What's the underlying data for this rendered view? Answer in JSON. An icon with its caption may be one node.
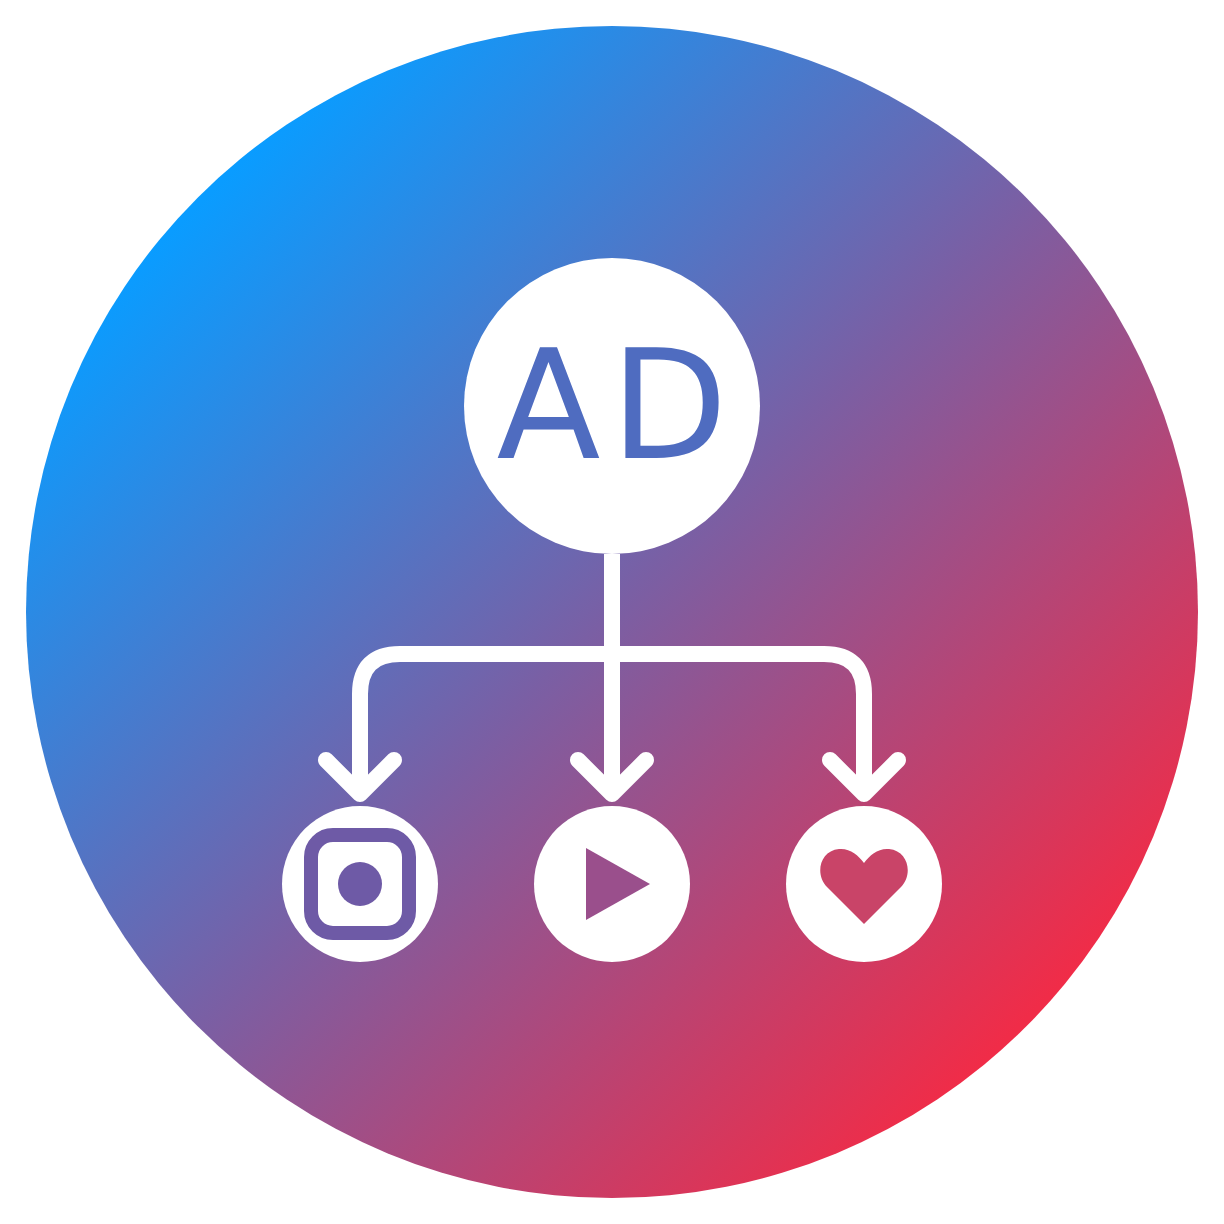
{
  "diagram": {
    "nodes": [
      {
        "text": [
          "AD"
        ]
      },
      {
        "text": [],
        "shape": "circle"
      },
      {
        "text": [],
        "shape": "circle"
      },
      {
        "text": [],
        "shape": "circle"
      }
    ],
    "edges": [
      {
        "from": 0,
        "to": 1,
        "arrow": "to"
      },
      {
        "from": 0,
        "to": 2,
        "arrow": "to"
      },
      {
        "from": 0,
        "to": 3,
        "arrow": "to"
      }
    ]
  }
}
